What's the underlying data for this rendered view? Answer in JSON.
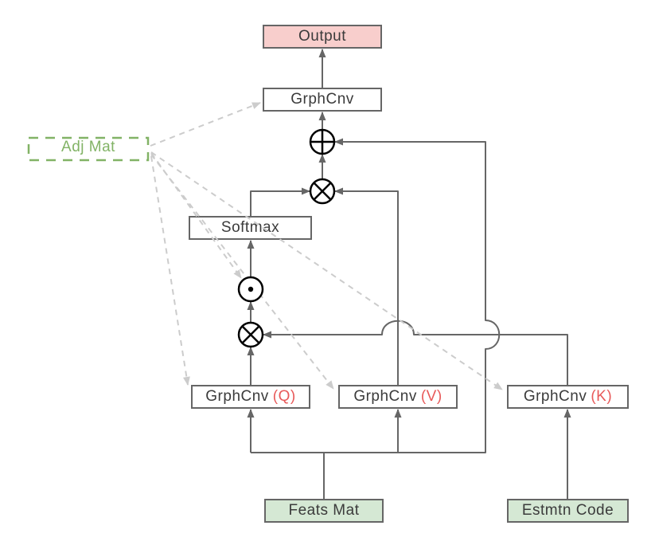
{
  "diagram": {
    "nodes": {
      "output": {
        "label": "Output"
      },
      "grphcnv": {
        "label": "GrphCnv"
      },
      "adj_mat": {
        "label": "Adj Mat"
      },
      "softmax": {
        "label": "Softmax"
      },
      "grphcnv_q": {
        "label": "GrphCnv",
        "suffix": "(Q)"
      },
      "grphcnv_v": {
        "label": "GrphCnv",
        "suffix": "(V)"
      },
      "grphcnv_k": {
        "label": "GrphCnv",
        "suffix": "(K)"
      },
      "feats_mat": {
        "label": "Feats Mat"
      },
      "estmtn_code": {
        "label": "Estmtn Code"
      }
    },
    "operators": {
      "sum": "circled-plus",
      "matmul_upper": "circled-times",
      "hadamard": "circled-dot",
      "matmul_lower": "circled-times"
    },
    "colors": {
      "background": "#ffffff",
      "box_border": "#666666",
      "box_text": "#3b3b3b",
      "arrow": "#666666",
      "dashed": "#cccccc",
      "operator": "#000000",
      "pink_fill": "#f8cecc",
      "green_fill": "#d5e8d4",
      "green_accent": "#82b366",
      "red_accent": "#e85a5a"
    }
  }
}
